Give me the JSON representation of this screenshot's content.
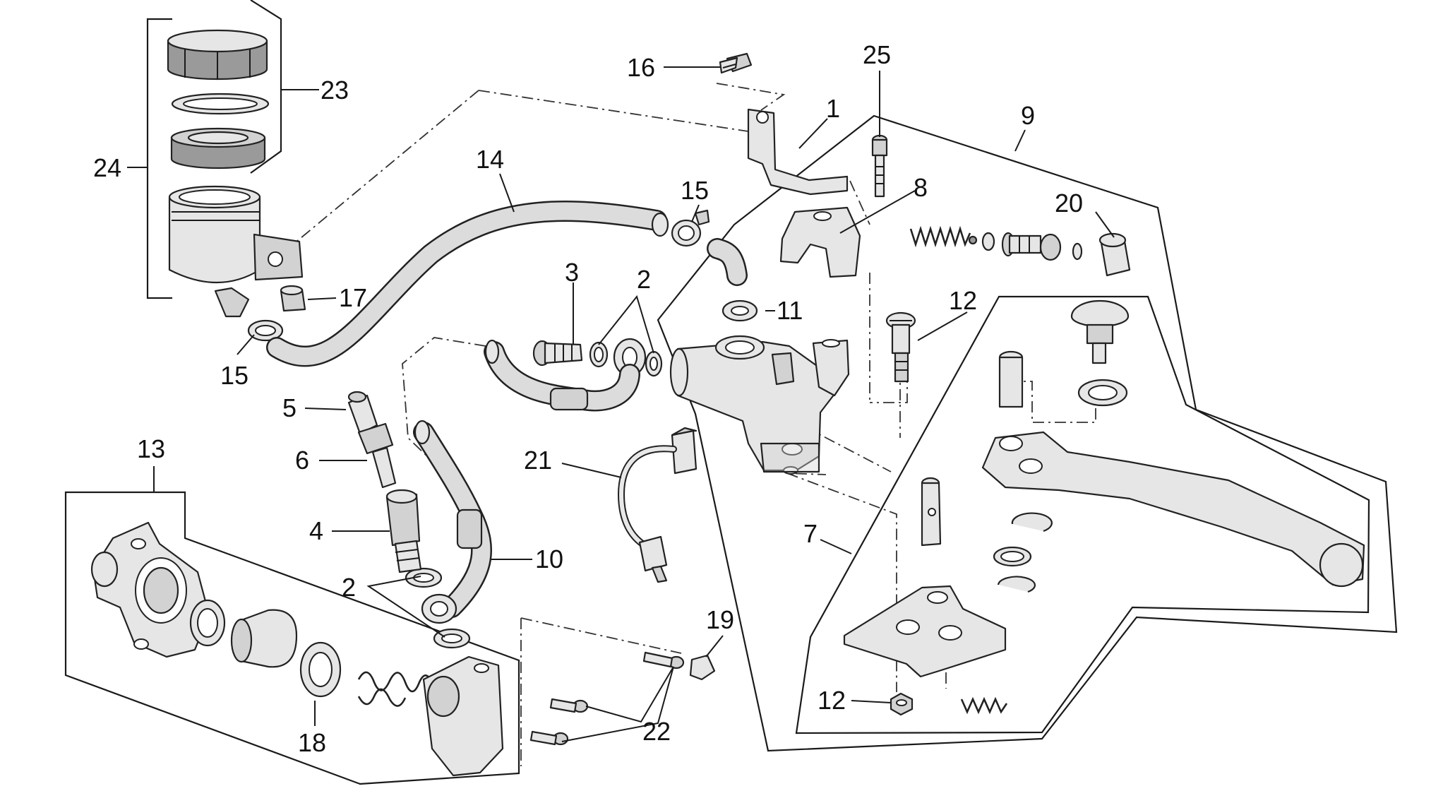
{
  "callouts": {
    "c1": "1",
    "c2a": "2",
    "c2b": "2",
    "c3": "3",
    "c4": "4",
    "c5": "5",
    "c6": "6",
    "c7": "7",
    "c8": "8",
    "c9": "9",
    "c10": "10",
    "c11": "11",
    "c12a": "12",
    "c12b": "12",
    "c13": "13",
    "c14": "14",
    "c15a": "15",
    "c15b": "15",
    "c16": "16",
    "c17": "17",
    "c18": "18",
    "c19": "19",
    "c20": "20",
    "c21": "21",
    "c22": "22",
    "c23": "23",
    "c24": "24",
    "c25": "25"
  },
  "colors": {
    "line": "#1a1a1a",
    "part_fill": "#d2d2d2",
    "background": "#ffffff"
  }
}
